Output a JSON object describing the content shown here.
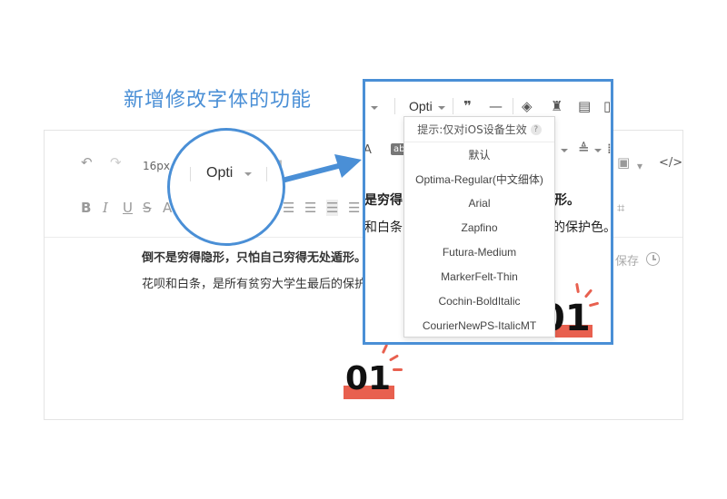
{
  "headline": "新增修改字体的功能",
  "editor": {
    "font_size": "16px",
    "content_line1": "倒不是穷得隐形，只怕自己穷得无处遁形。",
    "content_line2": "花呗和白条，是所有贫穷大学生最后的保护色。",
    "save_label": "保存"
  },
  "magnifier": {
    "font_value": "Opti"
  },
  "zoom": {
    "font_value": "Opti",
    "content_line1_start": "是穷得",
    "content_line1_end": "遁形。",
    "content_line2_start": "和白条",
    "content_line2_end": "的保护色。",
    "badge_number": "01"
  },
  "dropdown": {
    "hint": "提示:仅对iOS设备生效",
    "hint_icon": "?",
    "options": [
      "默认",
      "Optima-Regular(中文细体)",
      "Arial",
      "Zapfino",
      "Futura-Medium",
      "MarkerFelt-Thin",
      "Cochin-BoldItalic",
      "CourierNewPS-ItalicMT"
    ]
  },
  "badge": {
    "number": "01"
  },
  "colors": {
    "accent_blue": "#4a8fd6",
    "badge_red": "#e8604f"
  }
}
